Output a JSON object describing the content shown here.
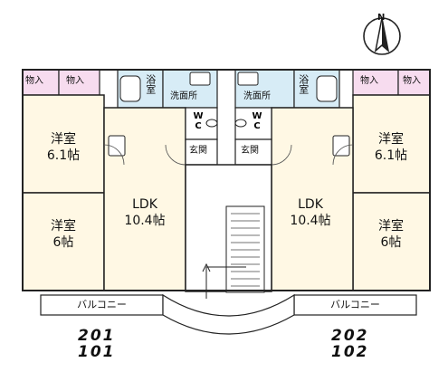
{
  "compass": {
    "north_label": "N"
  },
  "colors": {
    "storage": "#f7dcef",
    "bath": "#d7ecf6",
    "room": "#fff8e4",
    "wall": "#222222"
  },
  "unit_left": {
    "storage_1": "物入",
    "storage_2": "物入",
    "bath": "浴室",
    "washroom": "洗面所",
    "wc": "W C",
    "entry": "玄関",
    "room_upper": {
      "name": "洋室",
      "size": "6.1帖"
    },
    "room_lower": {
      "name": "洋室",
      "size": "6帖"
    },
    "ldk": {
      "name": "LDK",
      "size": "10.4帖"
    },
    "balcony": "バルコニー"
  },
  "unit_right": {
    "storage_1": "物入",
    "storage_2": "物入",
    "bath": "浴室",
    "washroom": "洗面所",
    "wc": "W C",
    "entry": "玄関",
    "room_upper": {
      "name": "洋室",
      "size": "6.1帖"
    },
    "room_lower": {
      "name": "洋室",
      "size": "6帖"
    },
    "ldk": {
      "name": "LDK",
      "size": "10.4帖"
    },
    "balcony": "バルコニー"
  },
  "unit_numbers": {
    "left_upper": "201",
    "left_lower": "101",
    "right_upper": "202",
    "right_lower": "102"
  }
}
